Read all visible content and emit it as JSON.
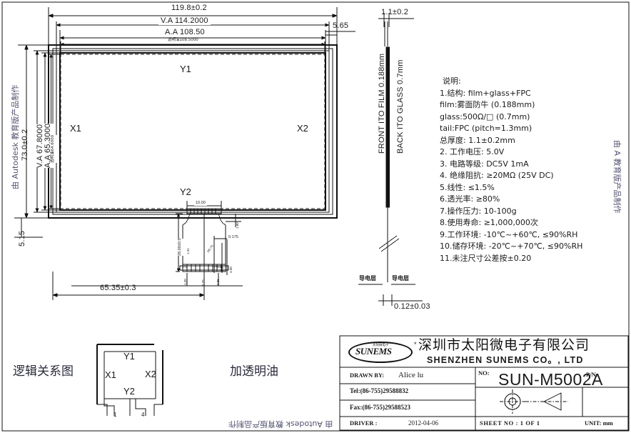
{
  "meta": {
    "units": "mm",
    "watermark": "由 Autodesk 教育版产品制作",
    "watermark_left": "由 Autodesk 教育版产品制作",
    "watermark_right": "由 A 教育版产品制作",
    "watermark_bottom": "由 Autodesk 教育版产品制作"
  },
  "top_dims": {
    "overall": "119.8±0.2",
    "va": "V.A  114.2000",
    "aa": "A.A  108.50",
    "clear_oil": "透明油108.5000",
    "right_offset": "5.65"
  },
  "left_dims": {
    "overall": "73.0±0.2",
    "va": "V.A  67.8000",
    "aa": "A.A  65.3000",
    "clear_oil": "透明油64.6000",
    "bottom_offset": "5.15"
  },
  "panel_labels": {
    "y1": "Y1",
    "y2": "Y2",
    "x1": "X1",
    "x2": "X2"
  },
  "tail_dims": {
    "connector_width": "10.00",
    "length": "28.00±0.5",
    "w1": "1.31",
    "pitch": "0.175",
    "d_100": "1.00",
    "d_400": "4.00",
    "d_120": "1.20",
    "d_575": "5.75",
    "d_085": "0.85",
    "d_180": "1.80",
    "pin1": "P1",
    "pin4": "PIN4",
    "pitch_note": "P0.75",
    "bottom_width": "65.35±0.3"
  },
  "section_view": {
    "thickness": "1.1±0.2",
    "front_film": "FRONT ITO FILM 0.188mm",
    "back_glass": "BACK ITO GLASS 0.7mm",
    "cond_left": "导电层",
    "cond_right": "导电层",
    "tail_thickness": "0.12±0.03"
  },
  "logic_diagram": {
    "title": "逻辑关系图",
    "y1": "Y1",
    "y2": "Y2",
    "x1": "X1",
    "x2": "X2",
    "pin_first": "1",
    "pin_last": "4",
    "oil_note": "加透明油"
  },
  "notes": {
    "heading": "说明:",
    "items": [
      "1.结构: film+glass+FPC",
      "   film:雾面防牛 (0.188mm)",
      "   glass:500Ω/□  (0.7mm)",
      "   tail:FPC (pitch=1.3mm)",
      "   总厚度: 1.1±0.2mm",
      "2. 工作电压: 5.0V",
      "3. 电路等级: DC5V 1mA",
      "4.  绝缘阻抗: ≥20MΩ (25V DC)",
      "5.线性: ≤1.5%",
      "6.透光率: ≥80%",
      "7.操作压力: 10-100g",
      "8.使用寿命: ≥1,000,000次",
      "9.工作环境: -10℃~+60℃, ≤90%RH",
      "10.储存环境: -20℃~+70℃, ≤90%RH",
      "11.未注尺寸公差按±0.20"
    ]
  },
  "title_block": {
    "logo_text": "SUNEMS",
    "logo_sub": "太阳微电子",
    "company_cn": "深圳市太阳微电子有限公司",
    "company_en": "SHENZHEN SUNEMS CO。, LTD",
    "drawn_by_label": "DRAWN  BY:",
    "drawn_by_value": "Alice lu",
    "tel": "Tel:(86-755)29588832",
    "fax": "Fax:(86-755)29588523",
    "driver_label": "DRIVER :",
    "driver_value": "2012-04-06",
    "no_label": "NO:",
    "no_value": "SUN-M5002A",
    "pn_label": "P/N:",
    "pn_value": "",
    "sheet": "SHEET  NO :   1   OF   1",
    "unit": "UNIT: mm"
  }
}
